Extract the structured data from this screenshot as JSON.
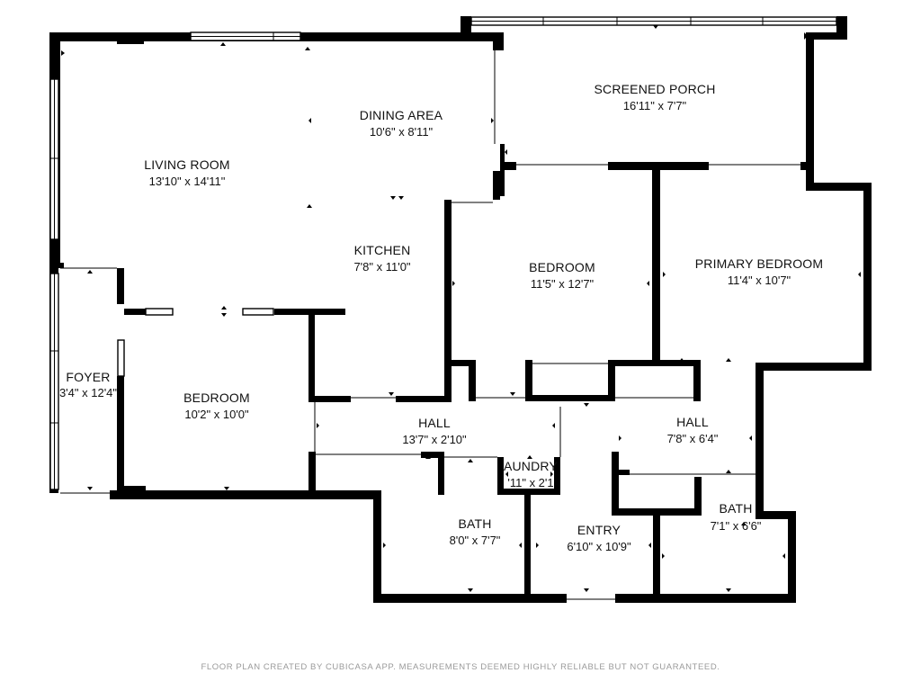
{
  "rooms": {
    "living_room": {
      "name": "LIVING ROOM",
      "dimensions": "13'10\" x 14'11\""
    },
    "dining_area": {
      "name": "DINING AREA",
      "dimensions": "10'6\" x 8'11\""
    },
    "screened_porch": {
      "name": "SCREENED PORCH",
      "dimensions": "16'11\" x 7'7\""
    },
    "kitchen": {
      "name": "KITCHEN",
      "dimensions": "7'8\" x 11'0\""
    },
    "bedroom_center": {
      "name": "BEDROOM",
      "dimensions": "11'5\" x 12'7\""
    },
    "primary_bedroom": {
      "name": "PRIMARY BEDROOM",
      "dimensions": "11'4\" x 10'7\""
    },
    "foyer": {
      "name": "FOYER",
      "dimensions": "3'4\" x 12'4\""
    },
    "bedroom_left": {
      "name": "BEDROOM",
      "dimensions": "10'2\" x 10'0\""
    },
    "hall_left": {
      "name": "HALL",
      "dimensions": "13'7\" x 2'10\""
    },
    "hall_right": {
      "name": "HALL",
      "dimensions": "7'8\" x 6'4\""
    },
    "laundry": {
      "name": "AUNDRY",
      "dimensions": "'11\" x 2'1"
    },
    "bath_left": {
      "name": "BATH",
      "dimensions": "8'0\" x 7'7\""
    },
    "entry": {
      "name": "ENTRY",
      "dimensions": "6'10\" x 10'9\""
    },
    "bath_right": {
      "name": "BATH",
      "dimensions": "7'1\" x 6'6\""
    }
  },
  "footer": {
    "note": "FLOOR PLAN CREATED BY CUBICASA APP. MEASUREMENTS DEEMED HIGHLY RELIABLE BUT NOT GUARANTEED."
  },
  "colors": {
    "wall": "#000000",
    "background": "#ffffff",
    "footer_text": "#9a9a9a"
  }
}
